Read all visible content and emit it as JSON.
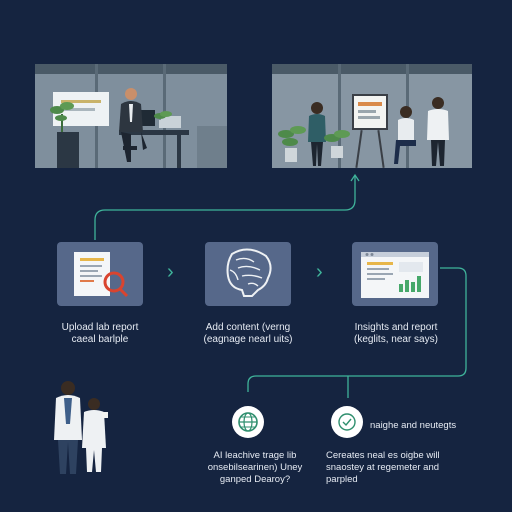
{
  "colors": {
    "background": "#152440",
    "connector": "#3fb39a",
    "card": "#56688a",
    "text": "#e6ebf3"
  },
  "steps": [
    {
      "icon": "lab-report-magnifier-icon",
      "caption_line1": "Upload lab report",
      "caption_line2": "caeal barlple"
    },
    {
      "icon": "brain-scan-icon",
      "caption_line1": "Add content (verng",
      "caption_line2": "(eagnage nearl uits)"
    },
    {
      "icon": "insights-dashboard-icon",
      "caption_line1": "Insights and report",
      "caption_line2": "(keglits, near says)"
    }
  ],
  "bottom_left": {
    "icon": "globe-icon",
    "line1": "AI leachive trage lib",
    "line2": "onsebilsearinen) Uney",
    "line3": "ganped Dearoy?"
  },
  "bottom_right": {
    "icon": "check-circle-icon",
    "title": "naighe and neutegts",
    "line1": "Cereates neal es oigbe will",
    "line2": "snaostey at regemeter and",
    "line3": "parpled"
  }
}
